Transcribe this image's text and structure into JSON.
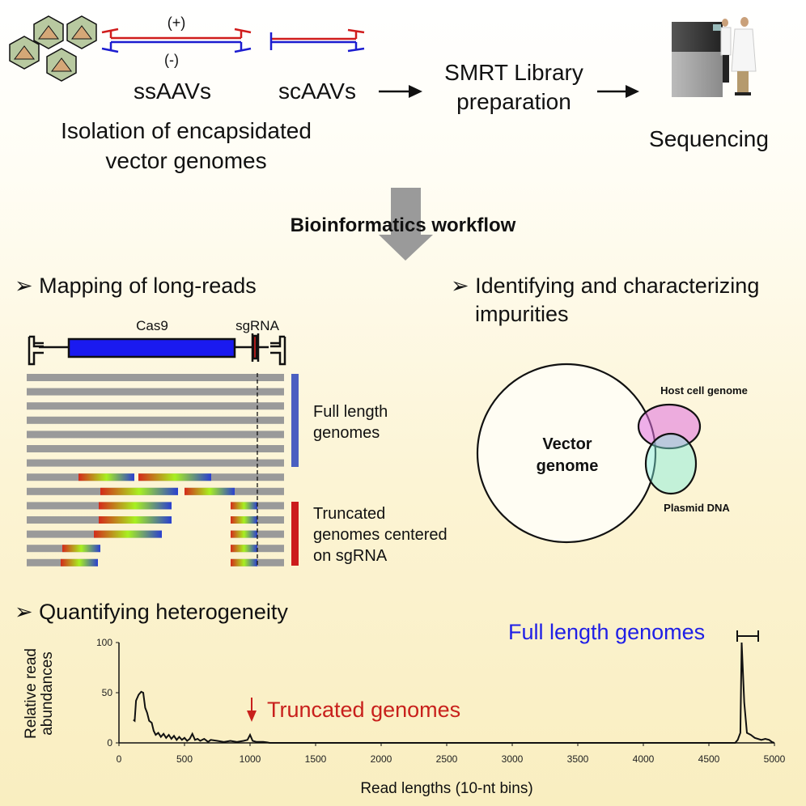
{
  "top": {
    "plus_strand": "(+)",
    "minus_strand": "(-)",
    "ss_label": "ssAAVs",
    "sc_label": "scAAVs",
    "isolation_line1": "Isolation of encapsidated",
    "isolation_line2": "vector genomes",
    "smrt_line1": "SMRT Library",
    "smrt_line2": "preparation",
    "sequencing": "Sequencing"
  },
  "workflow_title": "Bioinformatics workflow",
  "mapping": {
    "heading": "Mapping of long-reads",
    "cas9": "Cas9",
    "sgrna": "sgRNA",
    "full_line1": "Full length",
    "full_line2": "genomes",
    "trunc_line1": "Truncated",
    "trunc_line2": "genomes centered",
    "trunc_line3": "on sgRNA"
  },
  "impurities": {
    "heading_line1": "Identifying and characterizing",
    "heading_line2": "impurities",
    "vector_line1": "Vector",
    "vector_line2": "genome",
    "host": "Host cell genome",
    "plasmid": "Plasmid DNA"
  },
  "colors": {
    "blue": "#1f1fe6",
    "red": "#c8201c",
    "bar_blue": "#4a5fc1",
    "bar_red": "#cc1c1c",
    "read_gray": "#9a9a9a"
  },
  "chart_data": {
    "type": "line",
    "heading": "Quantifying heterogeneity",
    "xlabel": "Read lengths (10-nt bins)",
    "ylabel_line1": "Relative read",
    "ylabel_line2": "abundances",
    "xlim": [
      0,
      5000
    ],
    "ylim": [
      0,
      100
    ],
    "xticks": [
      "0",
      "500",
      "1000",
      "1500",
      "2000",
      "2500",
      "3000",
      "3500",
      "4000",
      "4500",
      "5000"
    ],
    "yticks": [
      "0",
      "50",
      "100"
    ],
    "annotation_full": "Full length genomes",
    "annotation_truncated": "Truncated genomes",
    "series": [
      {
        "name": "reads",
        "points": [
          [
            110,
            23
          ],
          [
            120,
            22
          ],
          [
            130,
            42
          ],
          [
            150,
            48
          ],
          [
            170,
            51
          ],
          [
            185,
            50
          ],
          [
            200,
            35
          ],
          [
            215,
            30
          ],
          [
            230,
            22
          ],
          [
            250,
            20
          ],
          [
            265,
            12
          ],
          [
            280,
            8
          ],
          [
            300,
            10
          ],
          [
            320,
            6
          ],
          [
            340,
            9
          ],
          [
            360,
            5
          ],
          [
            380,
            8
          ],
          [
            400,
            4
          ],
          [
            420,
            7
          ],
          [
            440,
            3
          ],
          [
            460,
            6
          ],
          [
            480,
            3
          ],
          [
            500,
            5
          ],
          [
            520,
            2
          ],
          [
            540,
            4
          ],
          [
            560,
            9
          ],
          [
            580,
            3
          ],
          [
            600,
            4
          ],
          [
            620,
            2
          ],
          [
            650,
            4
          ],
          [
            680,
            1
          ],
          [
            700,
            3
          ],
          [
            750,
            2
          ],
          [
            800,
            1
          ],
          [
            850,
            2
          ],
          [
            900,
            1
          ],
          [
            950,
            2
          ],
          [
            980,
            3
          ],
          [
            1000,
            8
          ],
          [
            1020,
            2
          ],
          [
            1050,
            1
          ],
          [
            1100,
            1
          ],
          [
            1130,
            0.5
          ],
          [
            1150,
            0
          ],
          [
            4700,
            0
          ],
          [
            4720,
            3
          ],
          [
            4740,
            10
          ],
          [
            4750,
            100
          ],
          [
            4770,
            40
          ],
          [
            4790,
            10
          ],
          [
            4820,
            8
          ],
          [
            4850,
            5
          ],
          [
            4900,
            3
          ],
          [
            4930,
            4
          ],
          [
            4960,
            3
          ],
          [
            4980,
            1
          ],
          [
            5000,
            0
          ]
        ]
      }
    ]
  }
}
